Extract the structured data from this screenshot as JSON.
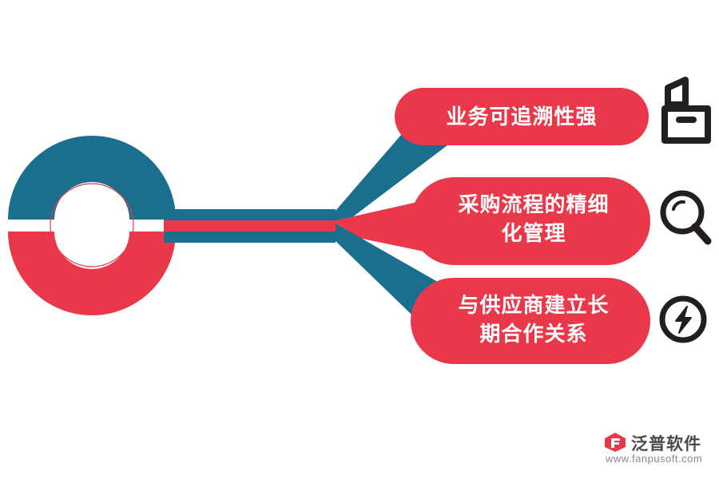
{
  "diagram": {
    "type": "radial-branch-infographic",
    "colors": {
      "blue": "#1a6f8e",
      "red": "#e8384a",
      "white": "#ffffff",
      "icon_dark": "#231f20",
      "background": "#ffffff"
    },
    "hub": {
      "name": "donut-hub",
      "description": "two-tone ring split blue top / red bottom with inner white circle"
    },
    "branches": [
      {
        "label": "业务可追溯性强",
        "connector_color": "#1a6f8e",
        "pill_color": "#e8384a",
        "icon": "ballot-box-icon"
      },
      {
        "label": "采购流程的精细\n化管理",
        "connector_color": "#e8384a",
        "pill_color": "#e8384a",
        "icon": "magnifier-icon"
      },
      {
        "label": "与供应商建立长\n期合作关系",
        "connector_color": "#1a6f8e",
        "pill_color": "#e8384a",
        "icon": "lightning-bolt-icon"
      }
    ]
  },
  "watermark": {
    "brand": "泛普软件",
    "url": "www.fanpusoft.com",
    "logo": "fanpu-logo-icon"
  }
}
